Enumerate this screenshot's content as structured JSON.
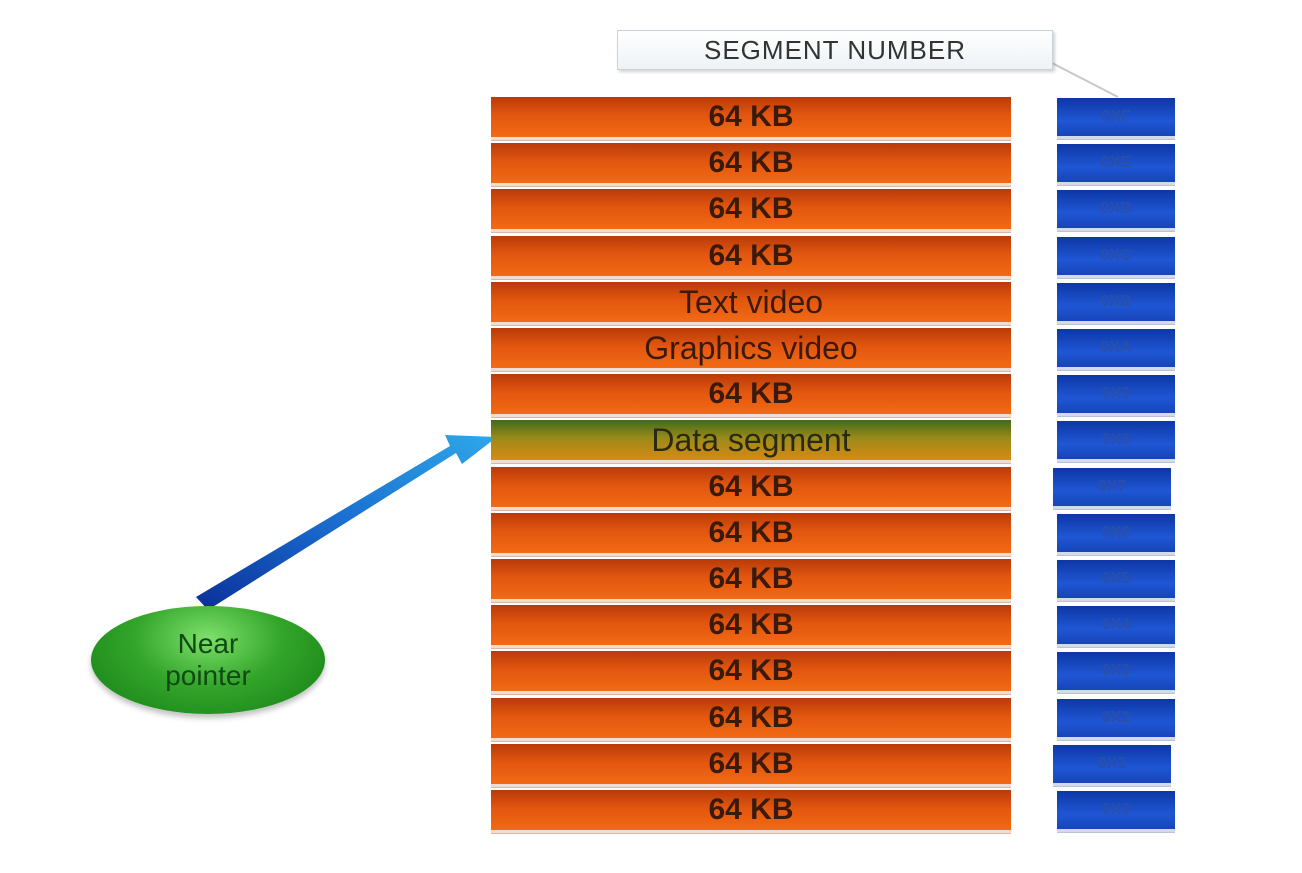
{
  "segment_number_label": "SEGMENT NUMBER",
  "memory_blocks": [
    {
      "label": "64 KB",
      "segment": "0XF"
    },
    {
      "label": "64 KB",
      "segment": "0XE"
    },
    {
      "label": "64 KB",
      "segment": "0XD"
    },
    {
      "label": "64 KB",
      "segment": "0XC"
    },
    {
      "label": "Text video",
      "segment": "0XB"
    },
    {
      "label": "Graphics video",
      "segment": "0XA"
    },
    {
      "label": "64 KB",
      "segment": "0X9"
    },
    {
      "label": "Data segment",
      "segment": "0X8",
      "highlighted": true
    },
    {
      "label": "64 KB",
      "segment": "0X7"
    },
    {
      "label": "64 KB",
      "segment": "0X6"
    },
    {
      "label": "64 KB",
      "segment": "0X5"
    },
    {
      "label": "64 KB",
      "segment": "0X4"
    },
    {
      "label": "64 KB",
      "segment": "0X3"
    },
    {
      "label": "64 KB",
      "segment": "0X2"
    },
    {
      "label": "64 KB",
      "segment": "0X1"
    },
    {
      "label": "64 KB",
      "segment": "0X0"
    }
  ],
  "pointer_label": {
    "line1": "Near",
    "line2": "pointer"
  },
  "colors": {
    "memory_block": "#e2560f",
    "highlight_block": "#9a8a1a",
    "segment_cell": "#1f56d4",
    "pointer_bubble": "#33a52a",
    "arrow": "#1a78c8"
  }
}
